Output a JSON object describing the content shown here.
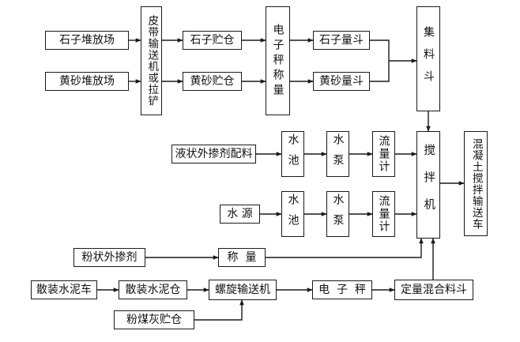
{
  "nodes": {
    "stone_yard": "石子堆放场",
    "sand_yard": "黄砂堆放场",
    "conveyor": "皮带输送机或拉铲",
    "stone_bin": "石子贮仓",
    "sand_bin": "黄砂贮仓",
    "scale": "电子秤称量",
    "stone_hopper": "石子量斗",
    "sand_hopper": "黄砂量斗",
    "collect_hopper": "集料斗",
    "liquid_admix": "液状外掺剂配料",
    "pool1": "水池",
    "pump1": "水泵",
    "flow1": "流量计",
    "water_source": "水 源",
    "pool2": "水池",
    "pump2": "水泵",
    "flow2": "流量计",
    "mixer": "搅拌机",
    "truck": "混凝土搅拌输送车",
    "powder_admix": "粉状外掺剂",
    "weigh": "称  量",
    "cement_truck": "散装水泥车",
    "cement_bin": "散装水泥仓",
    "screw": "螺旋输送机",
    "e_scale": "电  子  秤",
    "batch_hopper": "定量混合料斗",
    "flyash_bin": "粉煤灰贮仓"
  }
}
